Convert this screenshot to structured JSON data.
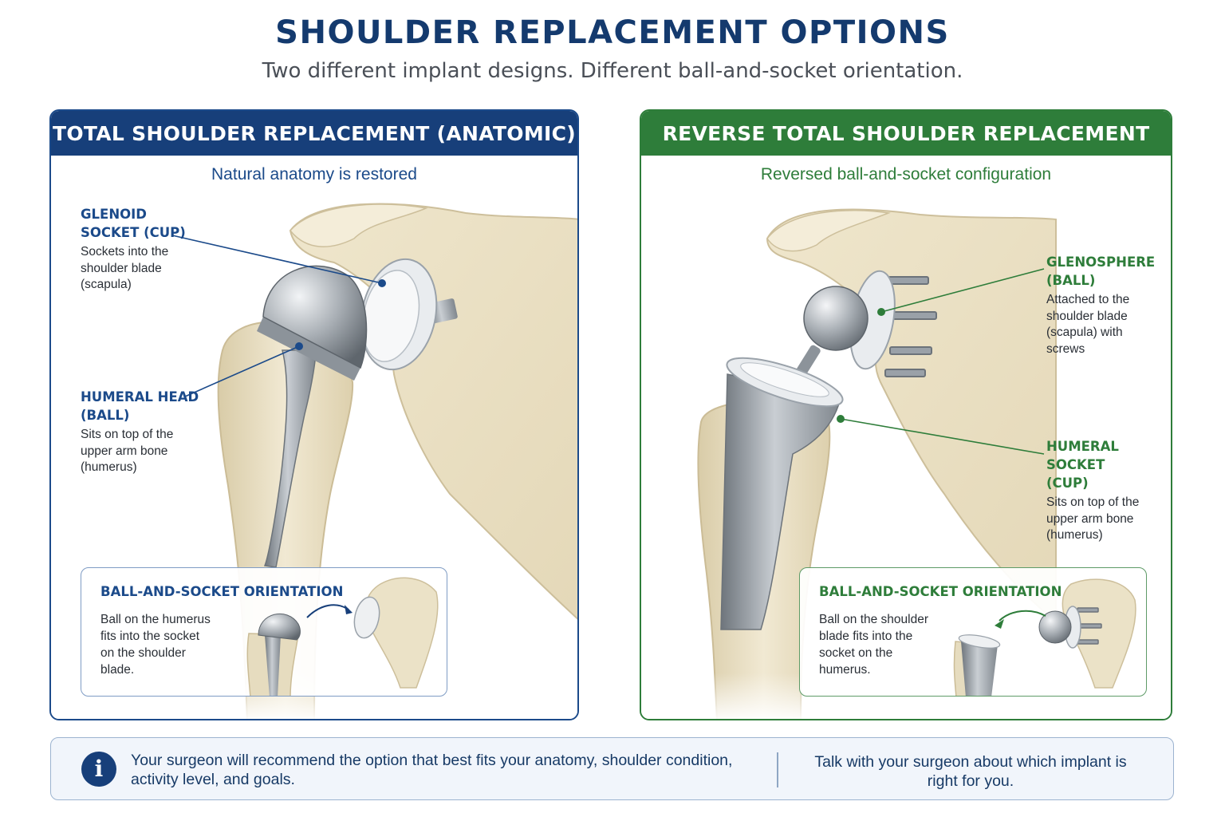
{
  "page": {
    "title": "SHOULDER REPLACEMENT OPTIONS",
    "subtitle": "Two different implant designs. Different ball-and-socket orientation."
  },
  "colors": {
    "anatomic_accent": "#173f7a",
    "reverse_accent": "#2e7d3a",
    "bone": "#e9dfc4",
    "metal": "#9aa1a8"
  },
  "anatomic": {
    "header": "TOTAL SHOULDER REPLACEMENT (ANATOMIC)",
    "subheader": "Natural anatomy is restored",
    "glenoid": {
      "title": "GLENOID\nSOCKET (CUP)",
      "description": "Sockets into the\nshoulder blade\n(scapula)"
    },
    "humeral_head": {
      "title": "HUMERAL HEAD\n(BALL)",
      "description": "Sits on top of the\nupper arm bone\n(humerus)"
    },
    "orientation": {
      "title": "BALL-AND-SOCKET ORIENTATION",
      "description": "Ball on the humerus\nfits into the socket\non the shoulder\nblade."
    }
  },
  "reverse": {
    "header": "REVERSE TOTAL SHOULDER REPLACEMENT",
    "subheader": "Reversed ball-and-socket configuration",
    "glenosphere": {
      "title": "GLENOSPHERE\n(BALL)",
      "description": "Attached to the\nshoulder blade\n(scapula) with\nscrews"
    },
    "humeral_socket": {
      "title": "HUMERAL SOCKET\n(CUP)",
      "description": "Sits on top of the\nupper arm bone\n(humerus)"
    },
    "orientation": {
      "title": "BALL-AND-SOCKET ORIENTATION",
      "description": "Ball on the shoulder\nblade fits into the\nsocket on the\nhumerus."
    }
  },
  "footer": {
    "icon": "info-icon",
    "text": "Your surgeon will recommend the option that best fits your anatomy, shoulder condition, activity level, and goals.",
    "note": "Talk with your surgeon about which implant is right for you."
  }
}
